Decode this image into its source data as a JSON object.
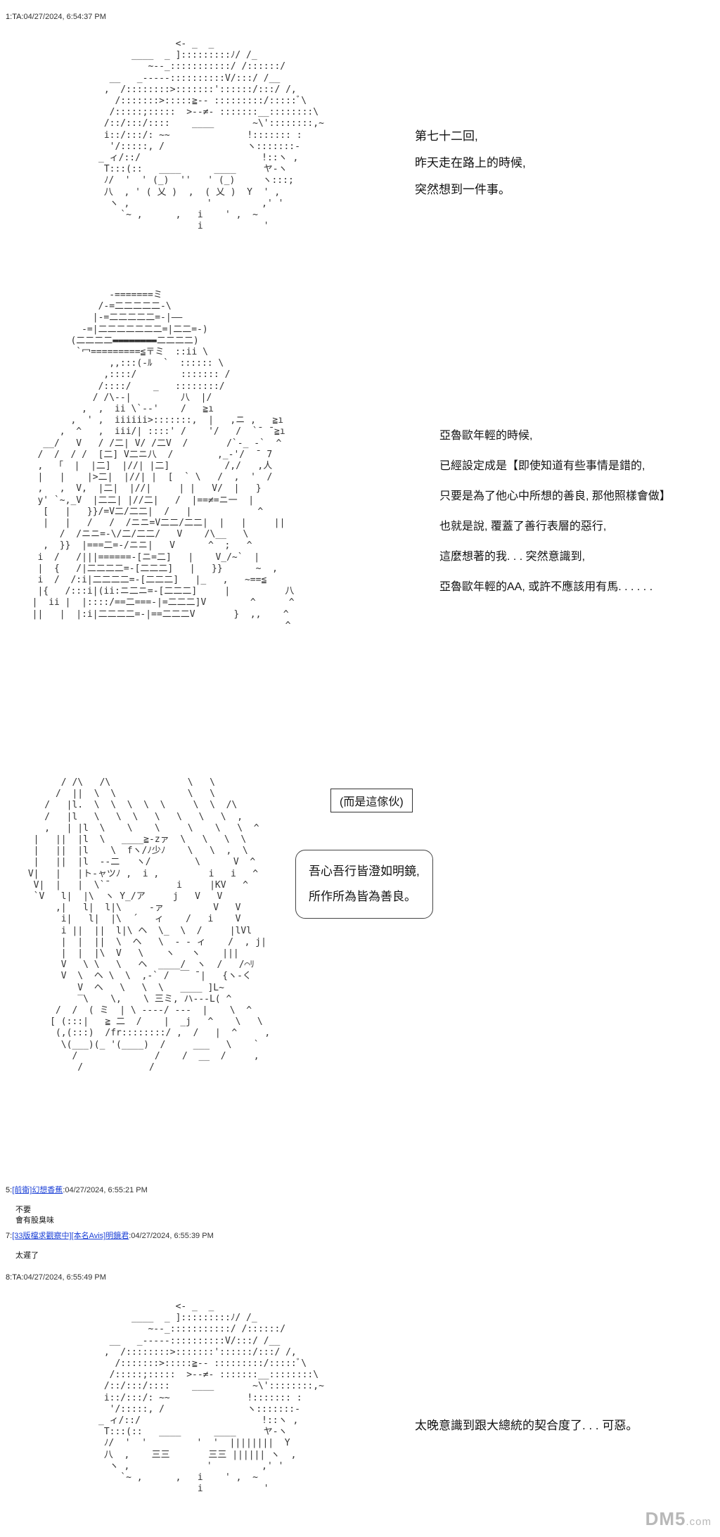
{
  "posts": [
    {
      "num": "1:",
      "name": "TA",
      "time": ":04/27/2024, 6:54:37 PM"
    },
    {
      "num": "5:",
      "tag": "[前衛]",
      "name": "幻想香蕉",
      "time": ":04/27/2024, 6:55:21 PM",
      "lines": [
        "不要",
        "會有股臭味"
      ]
    },
    {
      "num": "7:",
      "tag": "[33版檔求觀察中]",
      "tag2": "[本名Avis]",
      "name": "明鏡君",
      "time": ":04/27/2024, 6:55:39 PM",
      "lines": [
        "太遲了"
      ]
    },
    {
      "num": "8:",
      "name": "TA",
      "time": ":04/27/2024, 6:55:49 PM"
    }
  ],
  "panel1": {
    "narration": [
      "第七十二回,",
      "昨天走在路上的時候,",
      "突然想到一件事。"
    ]
  },
  "panel2": {
    "narration": [
      "亞魯歐年輕的時候,",
      "已經設定成是【即使知道有些事情是錯的,",
      "只要是為了他心中所想的善良, 那他照樣會做】",
      "也就是說, 覆蓋了善行表層的惡行,",
      "這麼想著的我. . . 突然意識到,",
      "亞魯歐年輕的AA, 或許不應該用有馬. . . . . ."
    ]
  },
  "panel3": {
    "box": "(而是這傢伙)",
    "speech": [
      "吾心吾行皆澄如明鏡,",
      "所作所為皆為善良。"
    ]
  },
  "panel4": {
    "narration": [
      "太晚意識到跟大總統的契合度了. . . 可惡。"
    ]
  },
  "watermark": {
    "brand": "DM5",
    "suffix": ".com"
  }
}
